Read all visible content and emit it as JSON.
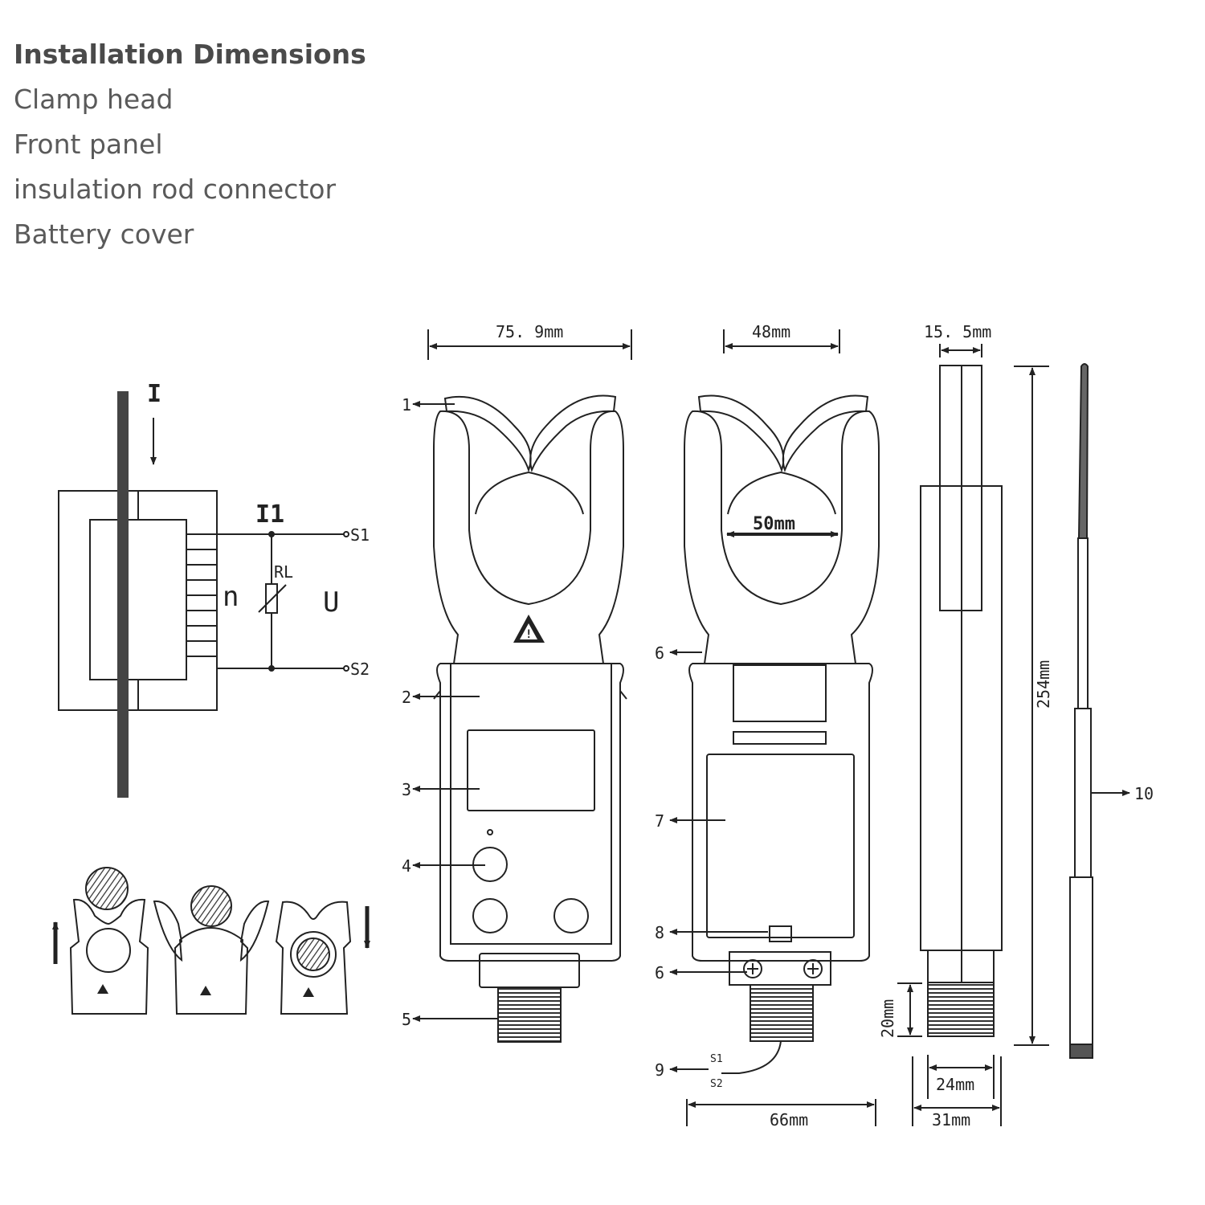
{
  "legend": {
    "title": "Installation Dimensions",
    "items": [
      "Clamp head",
      "Front panel",
      "insulation rod connector",
      "Battery cover"
    ]
  },
  "schematic": {
    "current_label": "I",
    "secondary_current_label": "I1",
    "terminal_s1": "S1",
    "terminal_s2": "S2",
    "resistor_label": "RL",
    "turns_label": "n",
    "voltage_label": "U"
  },
  "dimensions": {
    "clamp_width": "75. 9mm",
    "inner_width": "48mm",
    "jaw_opening": "50mm",
    "thickness_top": "15. 5mm",
    "total_length": "254mm",
    "connector_height": "20mm",
    "connector_width": "24mm",
    "side_width": "31mm",
    "back_width": "66mm"
  },
  "callouts": [
    "1",
    "2",
    "3",
    "4",
    "5",
    "6",
    "7",
    "8",
    "6",
    "9",
    "10"
  ],
  "cable_labels": [
    "S1",
    "S2"
  ],
  "colors": {
    "line": "#222222",
    "text": "#222222",
    "heading": "#4a4a4a"
  }
}
